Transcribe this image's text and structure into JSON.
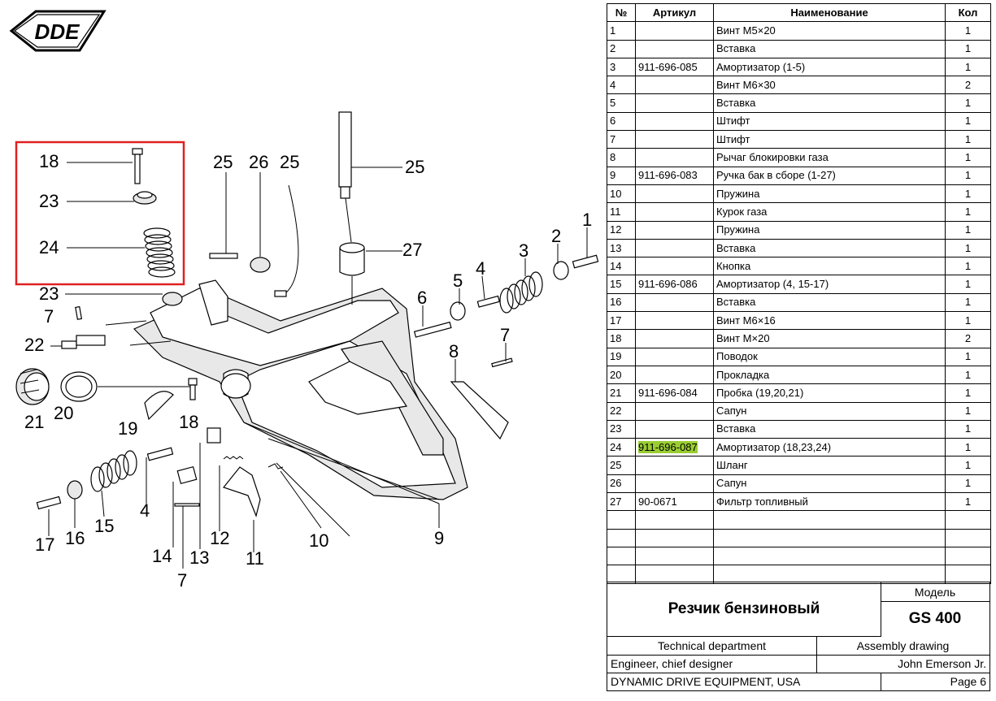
{
  "brand": {
    "logo_text": "DDE"
  },
  "table": {
    "headers": {
      "no": "№",
      "article": "Артикул",
      "name": "Наименование",
      "qty": "Кол"
    },
    "rows": [
      {
        "no": "1",
        "article": "",
        "name": "Винт M5×20",
        "qty": "1"
      },
      {
        "no": "2",
        "article": "",
        "name": "Вставка",
        "qty": "1"
      },
      {
        "no": "3",
        "article": "911-696-085",
        "name": "Амортизатор (1-5)",
        "qty": "1"
      },
      {
        "no": "4",
        "article": "",
        "name": "Винт M6×30",
        "qty": "2"
      },
      {
        "no": "5",
        "article": "",
        "name": "Вставка",
        "qty": "1"
      },
      {
        "no": "6",
        "article": "",
        "name": "Штифт",
        "qty": "1"
      },
      {
        "no": "7",
        "article": "",
        "name": "Штифт",
        "qty": "1"
      },
      {
        "no": "8",
        "article": "",
        "name": "Рычаг блокировки газа",
        "qty": "1"
      },
      {
        "no": "9",
        "article": "911-696-083",
        "name": "Ручка бак в сборе (1-27)",
        "qty": "1"
      },
      {
        "no": "10",
        "article": "",
        "name": "Пружина",
        "qty": "1"
      },
      {
        "no": "11",
        "article": "",
        "name": "Курок газа",
        "qty": "1"
      },
      {
        "no": "12",
        "article": "",
        "name": "Пружина",
        "qty": "1"
      },
      {
        "no": "13",
        "article": "",
        "name": "Вставка",
        "qty": "1"
      },
      {
        "no": "14",
        "article": "",
        "name": "Кнопка",
        "qty": "1"
      },
      {
        "no": "15",
        "article": "911-696-086",
        "name": "Амортизатор (4, 15-17)",
        "qty": "1"
      },
      {
        "no": "16",
        "article": "",
        "name": "Вставка",
        "qty": "1"
      },
      {
        "no": "17",
        "article": "",
        "name": "Винт M6×16",
        "qty": "1"
      },
      {
        "no": "18",
        "article": "",
        "name": "Винт M×20",
        "qty": "2"
      },
      {
        "no": "19",
        "article": "",
        "name": "Поводок",
        "qty": "1"
      },
      {
        "no": "20",
        "article": "",
        "name": "Прокладка",
        "qty": "1"
      },
      {
        "no": "21",
        "article": "911-696-084",
        "name": "Пробка (19,20,21)",
        "qty": "1"
      },
      {
        "no": "22",
        "article": "",
        "name": "Сапун",
        "qty": "1"
      },
      {
        "no": "23",
        "article": "",
        "name": "Вставка",
        "qty": "1"
      },
      {
        "no": "24",
        "article": "911-696-087",
        "name": "Амортизатор (18,23,24)",
        "qty": "1",
        "highlight": true
      },
      {
        "no": "25",
        "article": "",
        "name": "Шланг",
        "qty": "1"
      },
      {
        "no": "26",
        "article": "",
        "name": "Сапун",
        "qty": "1"
      },
      {
        "no": "27",
        "article": "90-0671",
        "name": "Фильтр топливный",
        "qty": "1"
      },
      {
        "no": "",
        "article": "",
        "name": "",
        "qty": ""
      },
      {
        "no": "",
        "article": "",
        "name": "",
        "qty": ""
      },
      {
        "no": "",
        "article": "",
        "name": "",
        "qty": ""
      },
      {
        "no": "",
        "article": "",
        "name": "",
        "qty": ""
      }
    ]
  },
  "title_block": {
    "product": "Резчик бензиновый",
    "model_label": "Модель",
    "model": "GS 400",
    "department": "Technical department",
    "drawing_type": "Assembly drawing",
    "role": "Engineer, chief designer",
    "engineer": "John Emerson Jr.",
    "company": "DYNAMIC DRIVE EQUIPMENT, USA",
    "page": "Page 6"
  },
  "callouts": {
    "c18a": "18",
    "c23a": "23",
    "c24": "24",
    "c23b": "23",
    "c7a": "7",
    "c22": "22",
    "c21": "21",
    "c20": "20",
    "c19": "19",
    "c18b": "18",
    "c25a": "25",
    "c26": "26",
    "c25b": "25",
    "c25c": "25",
    "c27": "27",
    "c1": "1",
    "c2": "2",
    "c3": "3",
    "c4a": "4",
    "c5": "5",
    "c6": "6",
    "c7b": "7",
    "c8": "8",
    "c9": "9",
    "c10": "10",
    "c11": "11",
    "c12": "12",
    "c13": "13",
    "c14": "14",
    "c7c": "7",
    "c4b": "4",
    "c15": "15",
    "c16": "16",
    "c17": "17"
  },
  "colors": {
    "highlight": "#9acd32",
    "callout_box": "#e02020"
  }
}
